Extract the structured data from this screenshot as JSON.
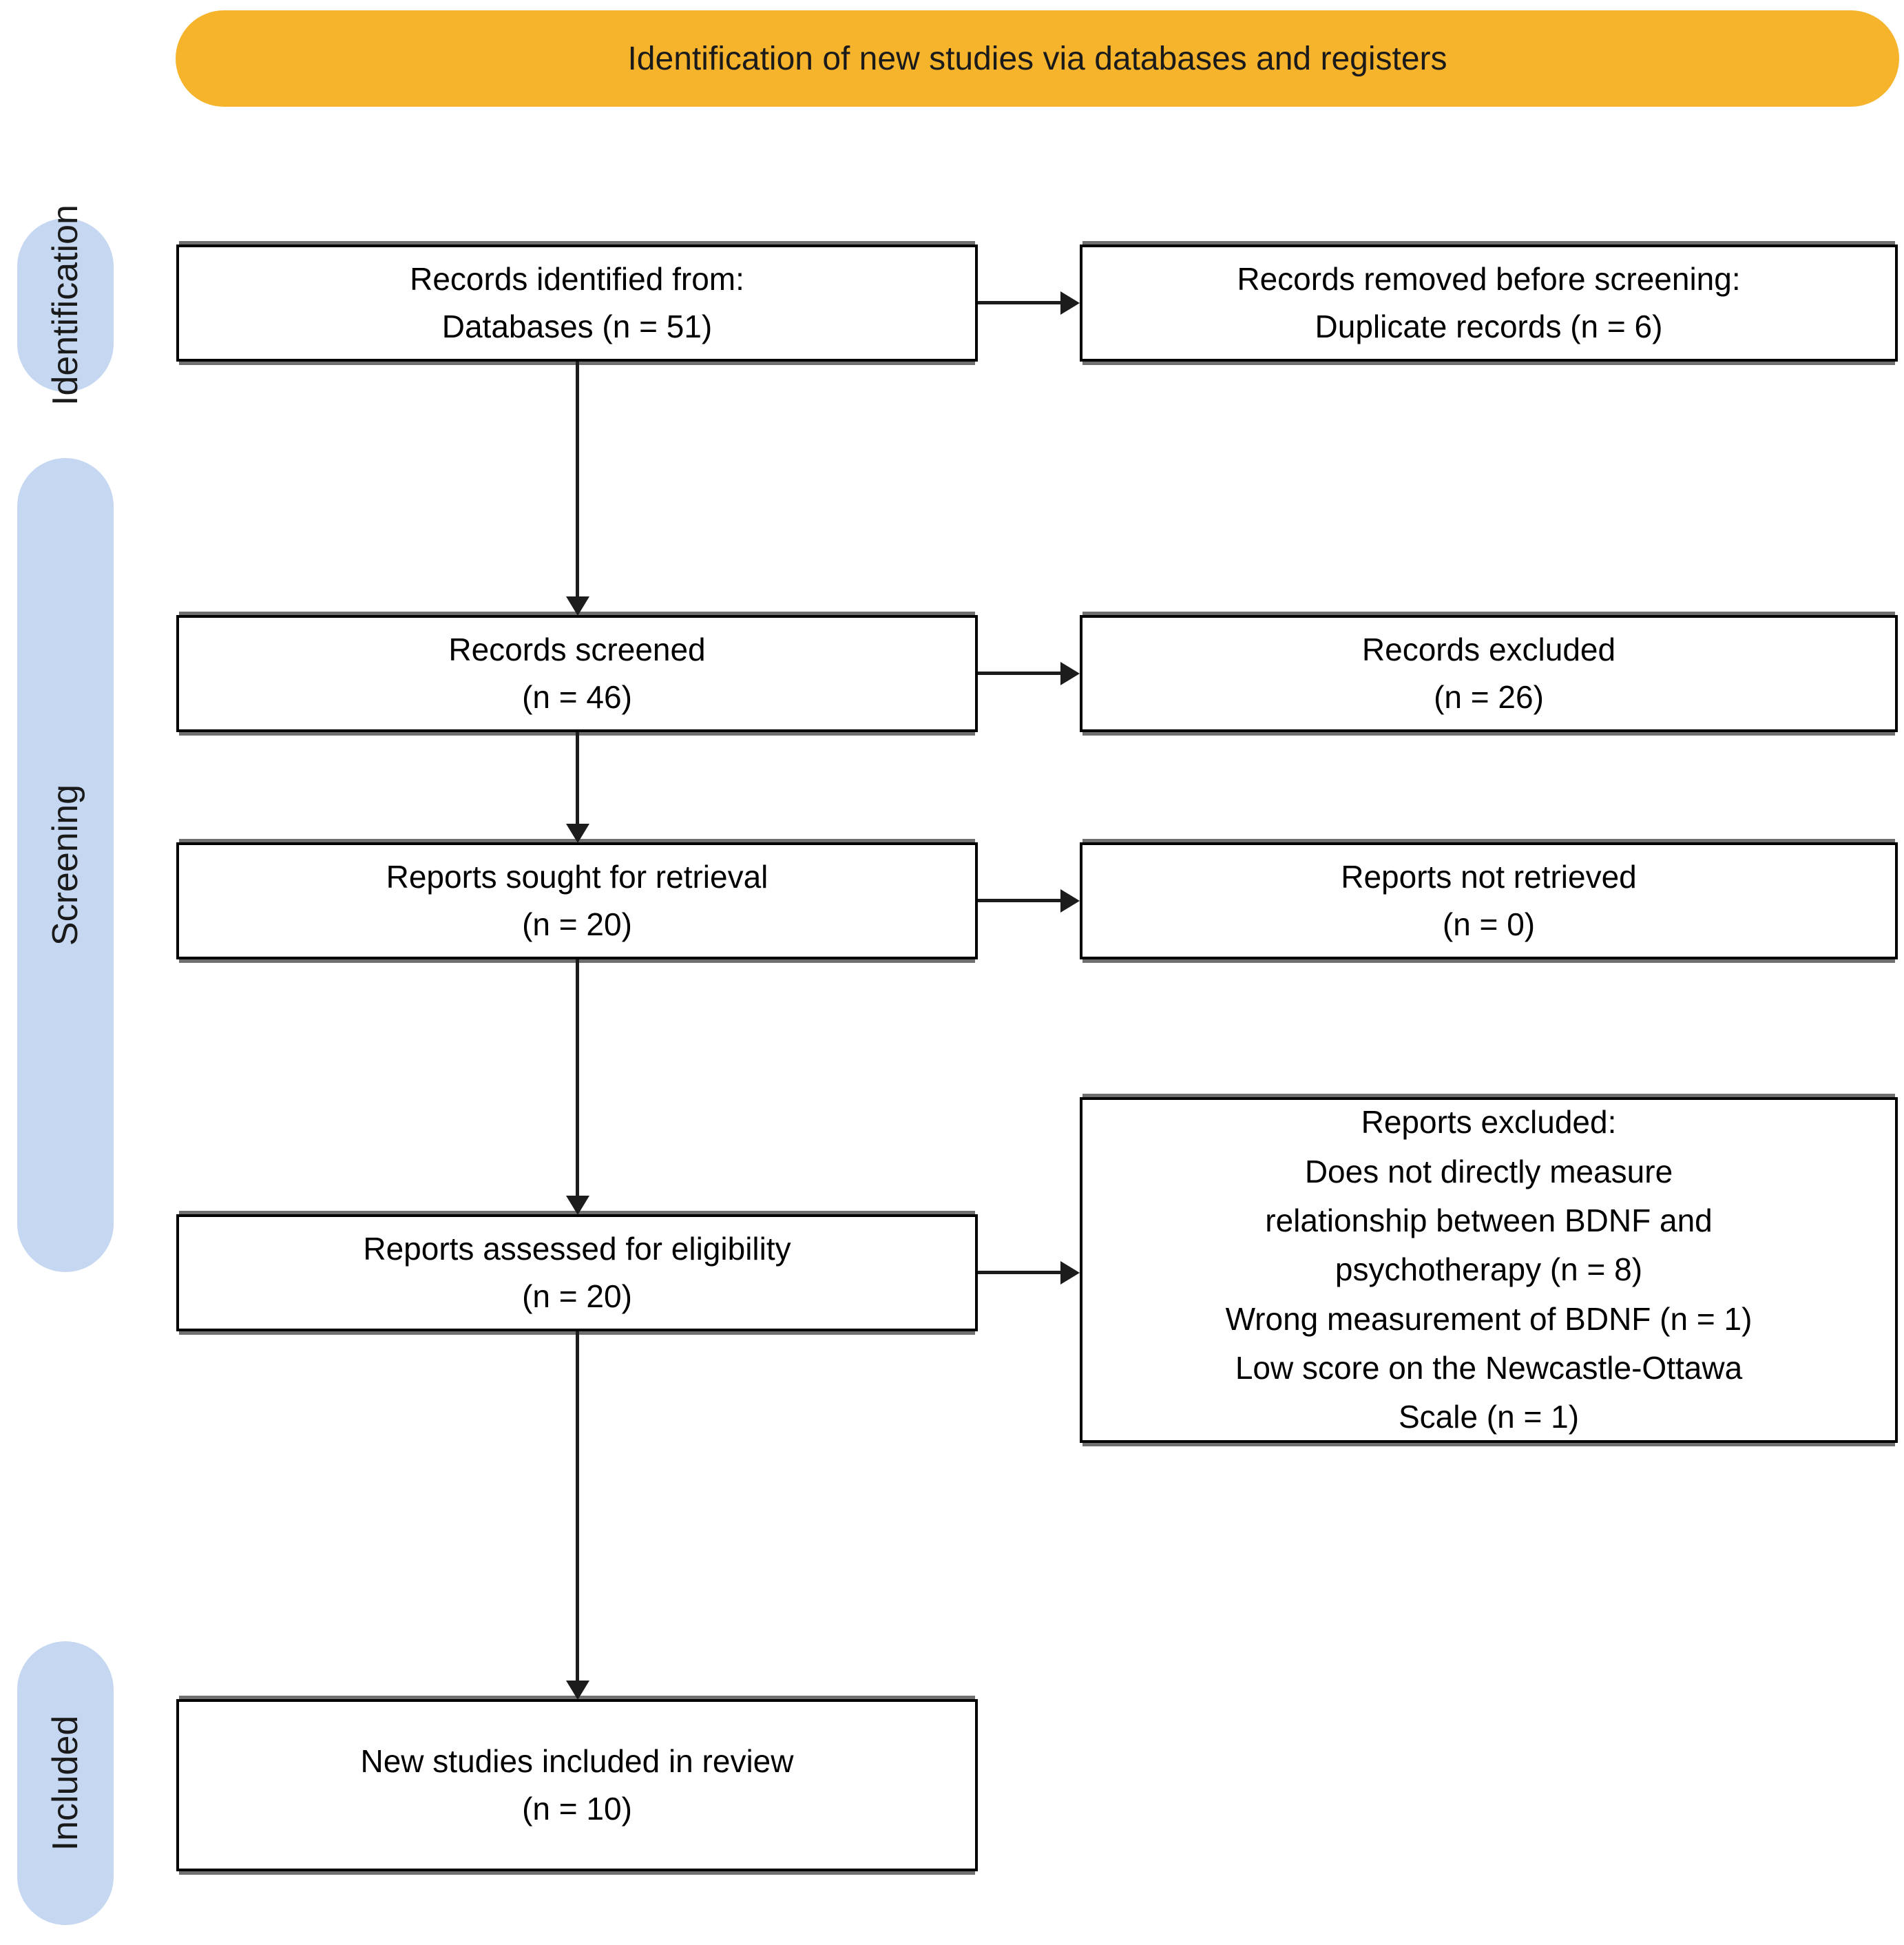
{
  "banner": {
    "label": "Identification of new studies via databases and registers"
  },
  "sidebar": {
    "stages": [
      {
        "id": "identification",
        "label": "Identification"
      },
      {
        "id": "screening",
        "label": "Screening"
      },
      {
        "id": "included",
        "label": "Included"
      }
    ]
  },
  "flow": {
    "identified": "Records identified from:\nDatabases (n = 51)",
    "removed": "Records removed before screening:\nDuplicate records (n = 6)",
    "screened": "Records screened\n(n = 46)",
    "excluded": "Records excluded\n(n = 26)",
    "sought": "Reports sought for retrieval\n(n = 20)",
    "not_retrieved": "Reports not retrieved\n(n = 0)",
    "assessed": "Reports assessed for eligibility\n(n = 20)",
    "reports_excluded": "Reports excluded:\nDoes not directly measure\nrelationship between BDNF and\npsychotherapy (n =  8)\nWrong measurement of BDNF (n =  1)\nLow score on the Newcastle-Ottawa\nScale (n =  1)",
    "included_review": "New studies included in review\n(n = 10)"
  },
  "colors": {
    "banner_bg": "#F6B42D",
    "stage_pill_bg": "#C5D7F1",
    "box_border": "#000000",
    "box_shadow": "#6f6f6f",
    "arrow": "#1c1c1c",
    "text": "#1a1a1a"
  }
}
